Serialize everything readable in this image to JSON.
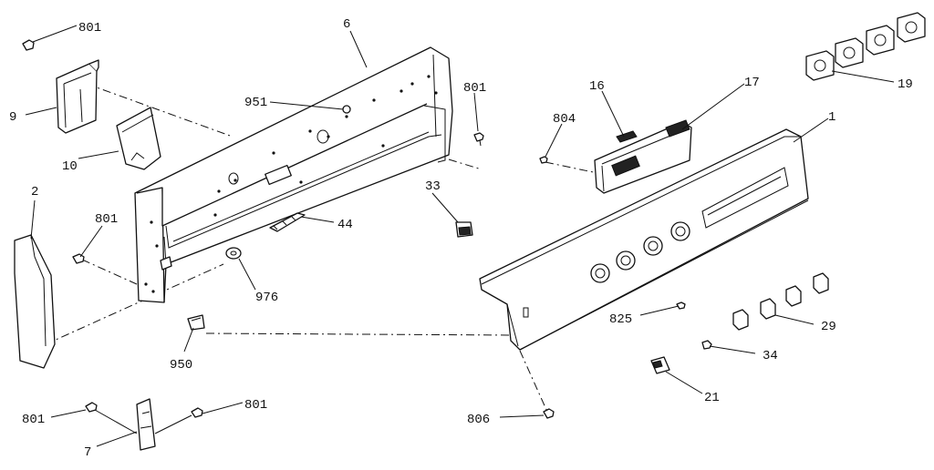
{
  "callouts": {
    "c801_top": "801",
    "c9": "9",
    "c10": "10",
    "c6": "6",
    "c951": "951",
    "c801_mid": "801",
    "c2": "2",
    "c801_left": "801",
    "c44": "44",
    "c976": "976",
    "c950": "950",
    "c33": "33",
    "c16": "16",
    "c17": "17",
    "c804": "804",
    "c19": "19",
    "c1": "1",
    "c825": "825",
    "c29": "29",
    "c34": "34",
    "c21": "21",
    "c806": "806",
    "c801_bl": "801",
    "c801_br": "801",
    "c7": "7"
  }
}
